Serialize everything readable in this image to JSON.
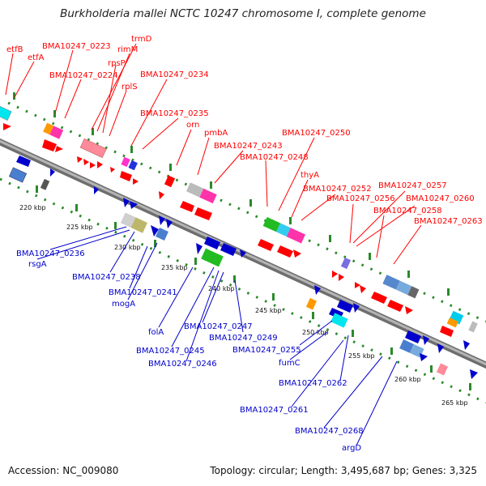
{
  "title": "Burkholderia mallei NCTC 10247 chromosome I, complete genome",
  "footer": {
    "accession": "Accession: NC_009080",
    "topology": "Topology: circular; Length: 3,495,687 bp; Genes: 3,325"
  },
  "colors": {
    "forward": "#ff0000",
    "reverse": "#0000cc",
    "backbone": "#8c8c8c",
    "ruler_dot": "#2a8a2a"
  },
  "kbp_ticks": [
    "220 kbp",
    "225 kbp",
    "230 kbp",
    "235 kbp",
    "240 kbp",
    "245 kbp",
    "250 kbp",
    "255 kbp",
    "260 kbp",
    "265 kbp"
  ],
  "forward_labels": [
    "etfB",
    "etfA",
    "BMA10247_0223",
    "trmD",
    "rimM",
    "rpsP",
    "BMA10247_0224",
    "rplS",
    "BMA10247_0234",
    "BMA10247_0235",
    "orn",
    "pmbA",
    "BMA10247_0243",
    "BMA10247_0248",
    "BMA10247_0250",
    "thyA",
    "BMA10247_0252",
    "BMA10247_0256",
    "BMA10247_0257",
    "BMA10247_0260",
    "BMA10247_0258",
    "BMA10247_0263"
  ],
  "reverse_labels": [
    "BMA10247_0236",
    "rsgA",
    "BMA10247_0238",
    "BMA10247_0241",
    "mogA",
    "folA",
    "BMA10247_0247",
    "BMA10247_0249",
    "BMA10247_0245",
    "BMA10247_0246",
    "BMA10247_0255",
    "fumC",
    "BMA10247_0262",
    "BMA10247_0261",
    "BMA10247_0268",
    "argD"
  ]
}
